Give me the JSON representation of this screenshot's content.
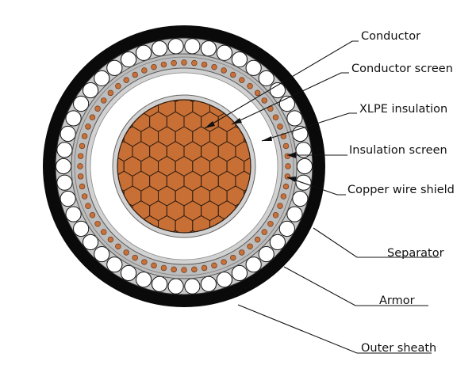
{
  "labels": {
    "conductor": "Conductor",
    "conductor_screen": "Conductor screen",
    "xlpe_insulation": "XLPE insulation",
    "insulation_screen": "Insulation screen",
    "copper_wire_shield": "Copper wire shield",
    "separator": "Separator",
    "armor": "Armor",
    "outer_sheath": "Outer sheath"
  },
  "colors": {
    "outer_sheath": "#0a0a0a",
    "armor_bed": "#c9c9c9",
    "armor_wire": "#ffffff",
    "separator": "#bdbdbd",
    "copper_wire": "#c8703a",
    "insulation": "#ffffff",
    "conductor_screen": "#d2d2d2",
    "conductor": "#c86f35",
    "conductor_outline": "#2a1a10"
  }
}
